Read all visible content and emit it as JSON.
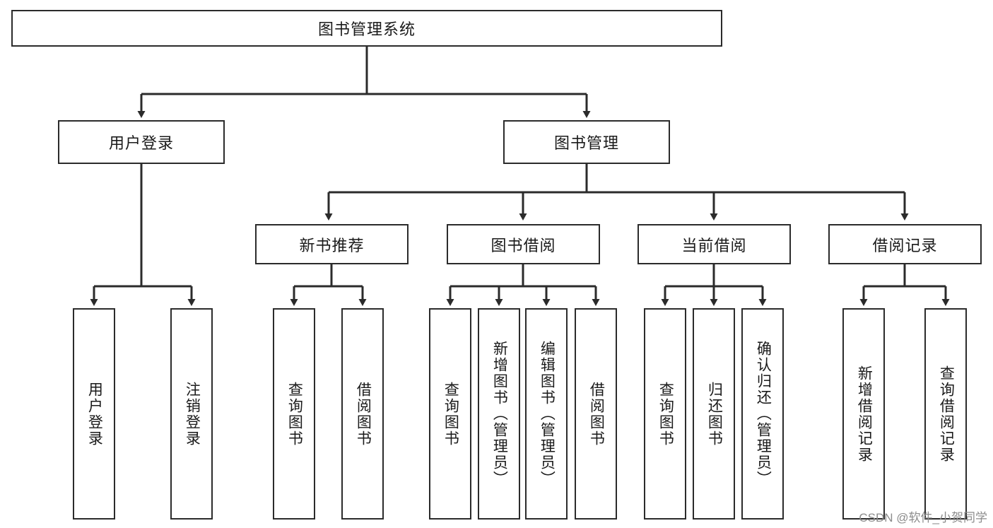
{
  "diagram": {
    "title": "图书管理系统",
    "watermark": "CSDN @软件_小贺同学",
    "line_color": "#2b2b2b",
    "box_fill": "#ffffff",
    "text_color": "#1a1a1a",
    "root": {
      "label": "图书管理系统"
    },
    "level2": [
      {
        "label": "用户登录"
      },
      {
        "label": "图书管理"
      }
    ],
    "level3": [
      {
        "label": "新书推荐"
      },
      {
        "label": "图书借阅"
      },
      {
        "label": "当前借阅"
      },
      {
        "label": "借阅记录"
      }
    ],
    "leaves": {
      "user_login": [
        {
          "label": "用户登录"
        },
        {
          "label": "注销登录"
        }
      ],
      "new_book": [
        {
          "label": "查询图书"
        },
        {
          "label": "借阅图书"
        }
      ],
      "borrow_book": [
        {
          "label": "查询图书"
        },
        {
          "label": "新增图书（管理员）"
        },
        {
          "label": "编辑图书（管理员）"
        },
        {
          "label": "借阅图书"
        }
      ],
      "current_borrow": [
        {
          "label": "查询图书"
        },
        {
          "label": "归还图书"
        },
        {
          "label": "确认归还（管理员）"
        }
      ],
      "borrow_record": [
        {
          "label": "新增借阅记录"
        },
        {
          "label": "查询借阅记录"
        }
      ]
    }
  }
}
